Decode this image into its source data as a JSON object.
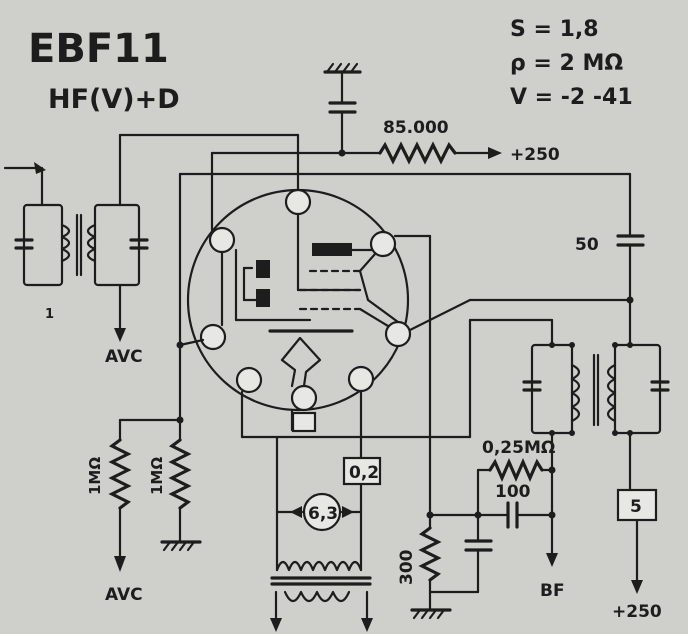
{
  "header": {
    "tube": "EBF11",
    "function": "HF(V)+D"
  },
  "params": {
    "s": "S = 1,8",
    "rho": "ρ = 2 MΩ",
    "v": "V = -2 -41"
  },
  "labels": {
    "r_anode": "85.000",
    "plus250_top": "+250",
    "cap50": "50",
    "avc_left": "AVC",
    "r1": "1MΩ",
    "r2": "1MΩ",
    "avc_bottom": "AVC",
    "heater_v": "6,3",
    "heater_i": "0,2",
    "r_diode": "0,25MΩ",
    "cap100": "100",
    "r300": "300",
    "bf": "BF",
    "box5": "5",
    "plus250_bottom": "+250",
    "one": "1"
  },
  "colors": {
    "ink": "#1d1d1d",
    "paper": "#cfd0cc",
    "pin_fill": "#e7e8e4"
  }
}
